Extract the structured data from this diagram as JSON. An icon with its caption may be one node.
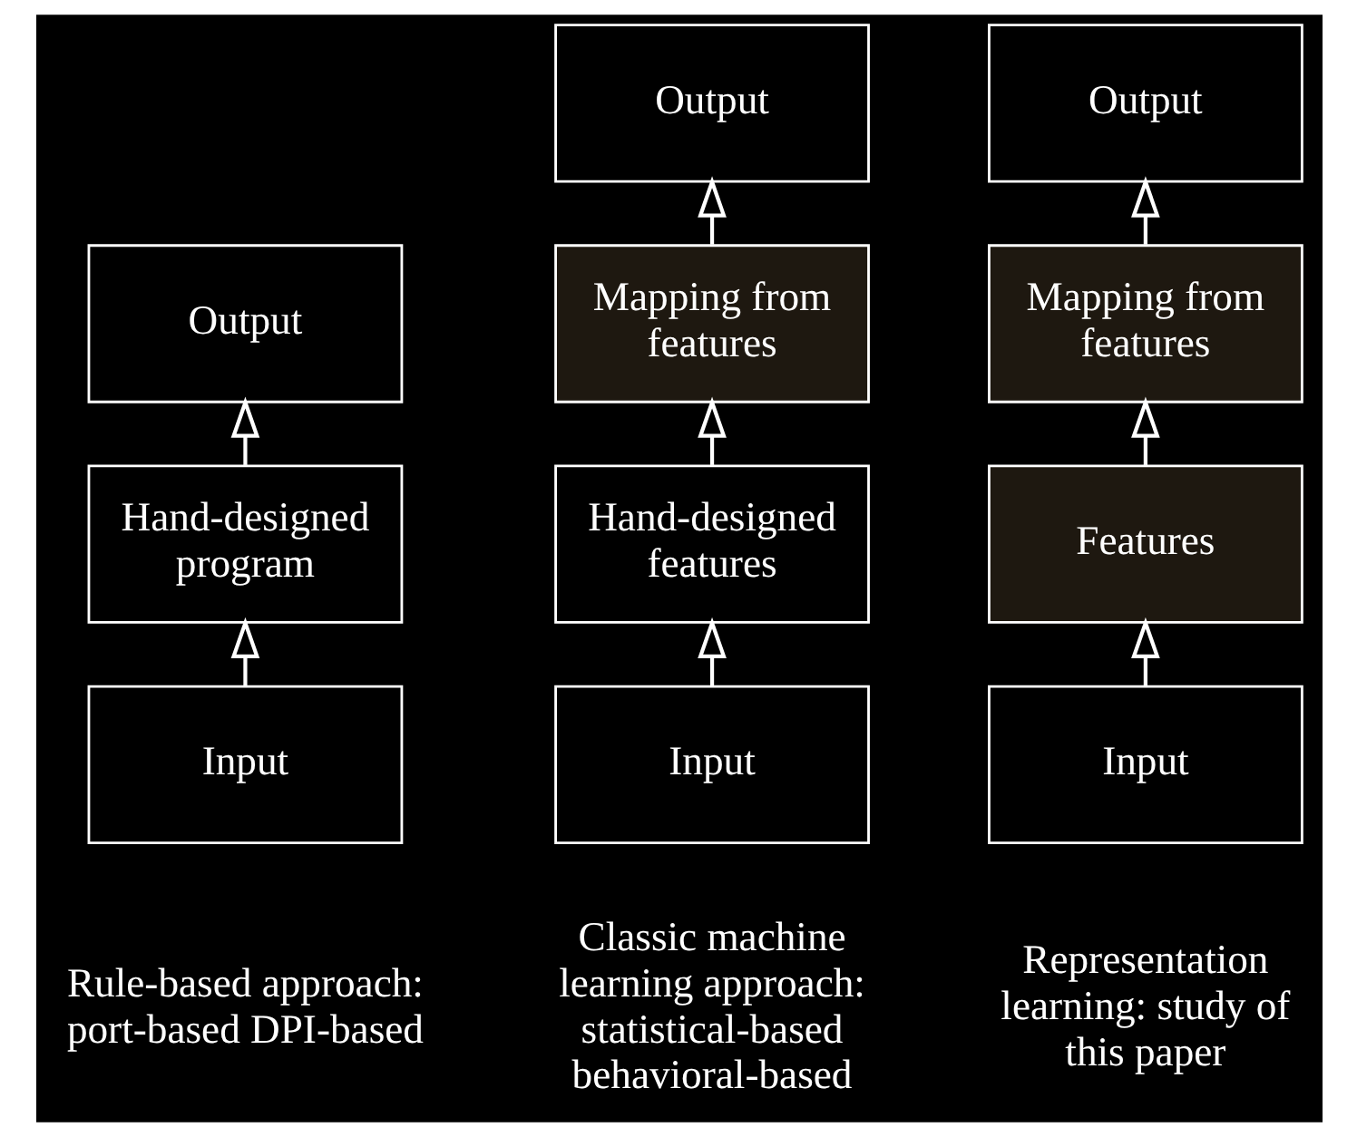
{
  "diagram": {
    "nodes": [
      {
        "text": [
          "Output"
        ]
      },
      {
        "text": [
          "Hand-designed program"
        ]
      },
      {
        "text": [
          "Input"
        ]
      },
      {
        "text": [
          "Output"
        ]
      },
      {
        "text": [
          "Mapping from features"
        ]
      },
      {
        "text": [
          "Hand-designed features"
        ]
      },
      {
        "text": [
          "Input"
        ]
      },
      {
        "text": [
          "Output"
        ]
      },
      {
        "text": [
          "Mapping from features"
        ]
      },
      {
        "text": [
          "Features"
        ]
      },
      {
        "text": [
          "Input"
        ]
      }
    ],
    "edges": [
      {
        "from": 2,
        "to": 1,
        "arrow": "to"
      },
      {
        "from": 1,
        "to": 0,
        "arrow": "to"
      },
      {
        "from": 6,
        "to": 5,
        "arrow": "to"
      },
      {
        "from": 5,
        "to": 4,
        "arrow": "to"
      },
      {
        "from": 4,
        "to": 3,
        "arrow": "to"
      },
      {
        "from": 10,
        "to": 9,
        "arrow": "to"
      },
      {
        "from": 9,
        "to": 8,
        "arrow": "to"
      },
      {
        "from": 8,
        "to": 7,
        "arrow": "to"
      }
    ],
    "labels": [
      "Rule-based approach: port-based DPI-based",
      "Classic machine learning approach: statistical-based behavioral-based",
      "Representation learning: study of this paper"
    ]
  }
}
